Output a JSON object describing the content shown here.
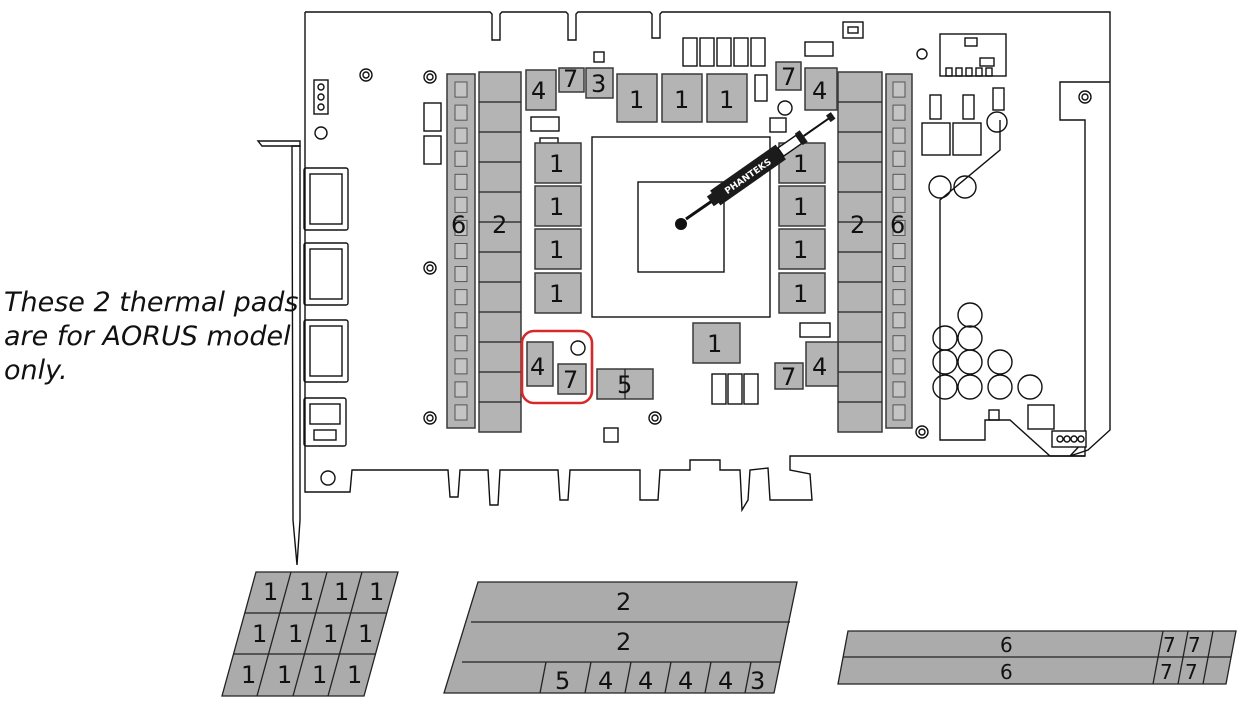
{
  "note": {
    "lines": [
      "These 2 thermal pads",
      "are for AORUS model",
      "only."
    ]
  },
  "board": {
    "syringe_brand": "PHANTEKS",
    "pad_labels": {
      "mem_top": [
        "1",
        "1",
        "1"
      ],
      "mem_left": [
        "1",
        "1",
        "1",
        "1"
      ],
      "mem_right": [
        "1",
        "1",
        "1",
        "1"
      ],
      "mem_bottom": "1",
      "top_left_group": [
        "4",
        "7",
        "3"
      ],
      "top_right_group": [
        "7",
        "4"
      ],
      "left_vrm_outer": "6",
      "left_vrm_inner": "2",
      "right_vrm_inner": "2",
      "right_vrm_outer": "6",
      "aorus_group": [
        "4",
        "7"
      ],
      "bottom_center": "5",
      "bottom_right_group": [
        "7",
        "4"
      ]
    },
    "highlight_color": "#d42a2a"
  },
  "sheets": {
    "sheet1": {
      "rows": [
        [
          "1",
          "1",
          "1",
          "1"
        ],
        [
          "1",
          "1",
          "1",
          "1"
        ],
        [
          "1",
          "1",
          "1",
          "1"
        ]
      ]
    },
    "sheet2": {
      "strip1": "2",
      "strip2": "2",
      "small": [
        "5",
        "4",
        "4",
        "4",
        "4",
        "3"
      ]
    },
    "sheet3": {
      "strip1": "6",
      "strip2": "6",
      "small_top": [
        "7",
        "7"
      ],
      "small_bottom": [
        "7",
        "7"
      ]
    }
  }
}
